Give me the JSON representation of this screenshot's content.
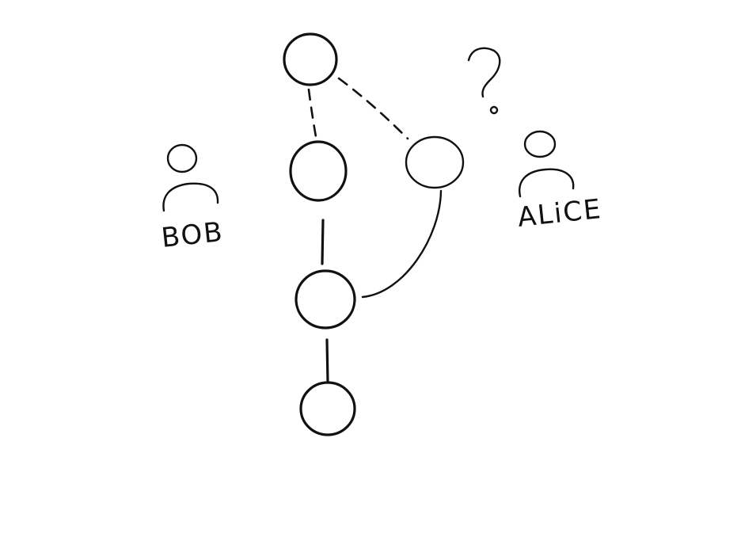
{
  "diagram": {
    "people": [
      {
        "id": "bob",
        "label": "BOB"
      },
      {
        "id": "alice",
        "label": "ALiCE"
      }
    ],
    "question_mark": "?",
    "nodes": [
      {
        "id": "top"
      },
      {
        "id": "left-1"
      },
      {
        "id": "right-1"
      },
      {
        "id": "middle"
      },
      {
        "id": "bottom"
      }
    ],
    "edges": [
      {
        "from": "top",
        "to": "left-1",
        "style": "dashed"
      },
      {
        "from": "top",
        "to": "right-1",
        "style": "dashed"
      },
      {
        "from": "left-1",
        "to": "middle",
        "style": "solid"
      },
      {
        "from": "right-1",
        "to": "middle",
        "style": "solid-curved"
      },
      {
        "from": "middle",
        "to": "bottom",
        "style": "solid"
      }
    ]
  }
}
